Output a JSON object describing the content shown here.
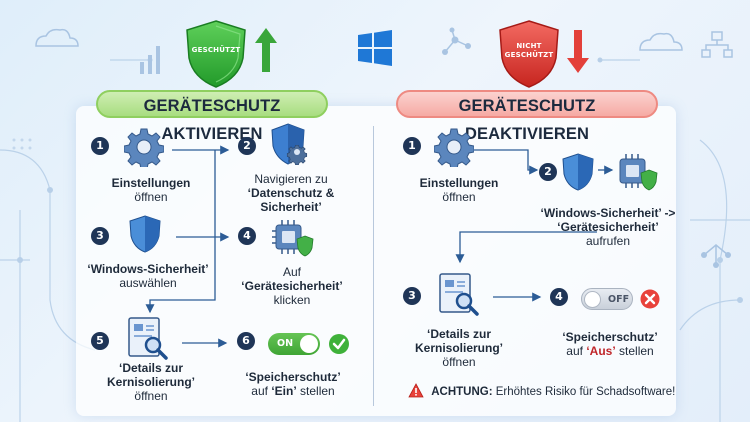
{
  "badges": {
    "protected": "GESCHÜTZT",
    "unprotected_line1": "NICHT",
    "unprotected_line2": "GESCHÜTZT"
  },
  "headings": {
    "activate": "GERÄTESCHUTZ AKTIVIEREN",
    "deactivate": "GERÄTESCHUTZ DEAKTIVIEREN"
  },
  "activate_steps": [
    {
      "num": "1",
      "bold": "Einstellungen",
      "rest": "öffnen",
      "icon": "gear-icon"
    },
    {
      "num": "2",
      "pre": "Navigieren zu",
      "bold": "‘Datenschutz & Sicherheit’",
      "icon": "shield-gear-icon"
    },
    {
      "num": "3",
      "bold": "‘Windows-Sicherheit’",
      "rest": "auswählen",
      "icon": "shield-icon"
    },
    {
      "num": "4",
      "pre": "Auf",
      "bold": "‘Gerätesicherheit’",
      "rest": "klicken",
      "icon": "chip-shield-icon"
    },
    {
      "num": "5",
      "bold": "‘Details zur Kernisolierung’",
      "rest": "öffnen",
      "icon": "document-search-icon"
    },
    {
      "num": "6",
      "bold_quoted": "‘Speicherschutz’",
      "mid": "auf",
      "val": "‘Ein’",
      "rest": "stellen",
      "icon": "toggle-on-icon"
    }
  ],
  "deactivate_steps": [
    {
      "num": "1",
      "bold": "Einstellungen",
      "rest": "öffnen",
      "icon": "gear-icon"
    },
    {
      "num": "2",
      "bold": "‘Windows-Sicherheit’ -> ‘Gerätesicherheit’",
      "rest": "aufrufen",
      "icon": "shield-chip-icon"
    },
    {
      "num": "3",
      "bold": "‘Details zur Kernisolierung’",
      "rest": "öffnen",
      "icon": "document-search-icon"
    },
    {
      "num": "4",
      "bold_quoted": "‘Speicherschutz’",
      "mid": "auf",
      "val": "‘Aus’",
      "rest": "stellen",
      "icon": "toggle-off-icon"
    }
  ],
  "toggles": {
    "on": "ON",
    "off": "OFF"
  },
  "warning": {
    "label": "ACHTUNG:",
    "text": "Erhöhtes Risiko für Schadsoftware!"
  },
  "colors": {
    "green_accent": "#3fa535",
    "red_accent": "#e8423b",
    "navy": "#1f3557",
    "blue": "#2f78c8"
  }
}
